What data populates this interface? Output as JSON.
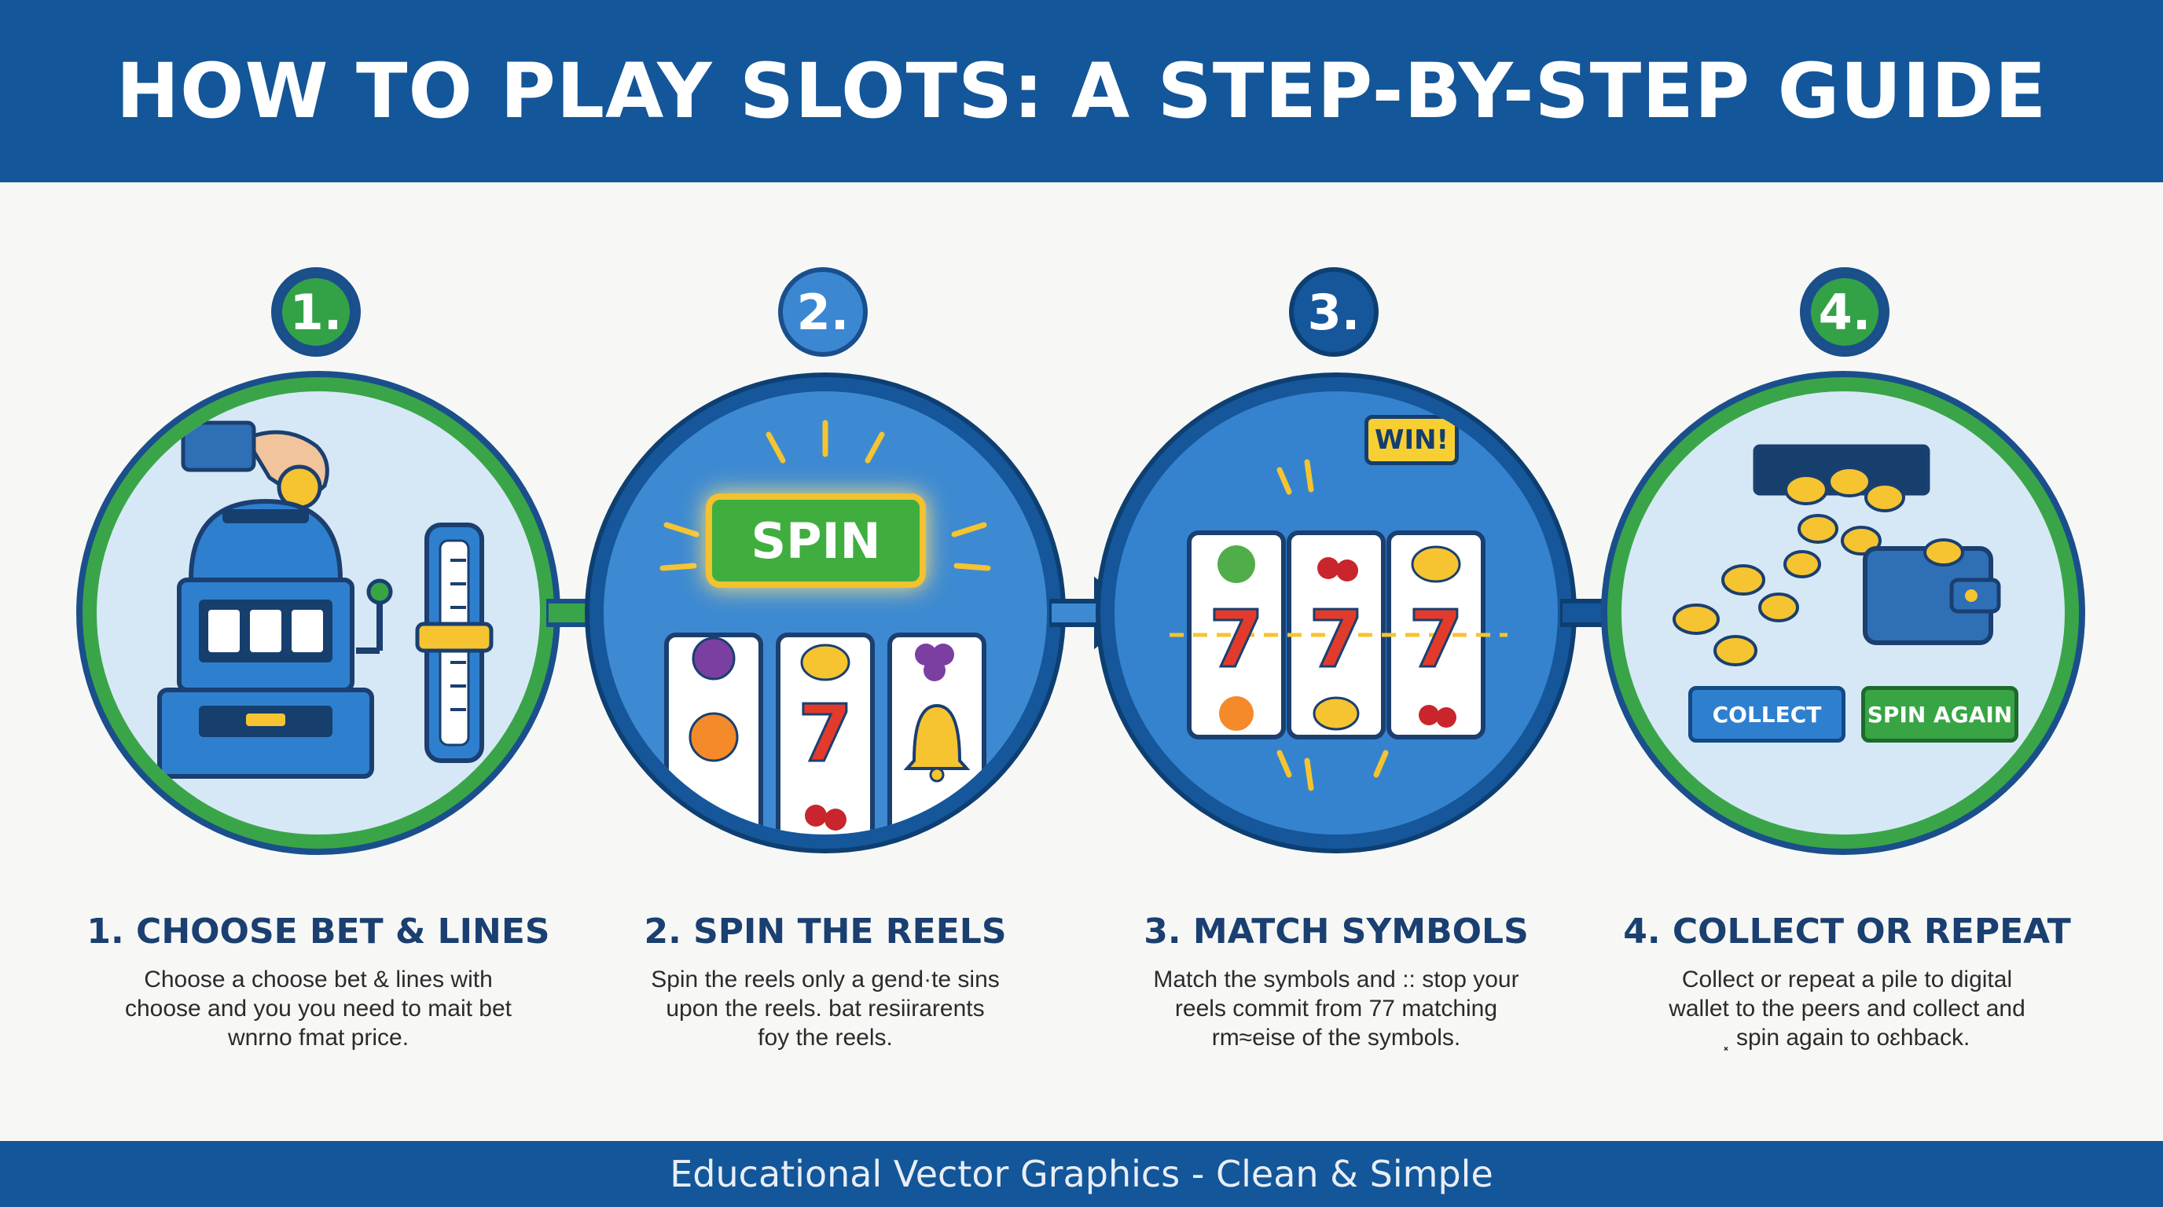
{
  "header": {
    "title": "HOW TO PLAY SLOTS: A STEP-BY-STEP GUIDE"
  },
  "footer": {
    "text": "Educational Vector Graphics - Clean & Simple"
  },
  "steps": [
    {
      "badge": "1.",
      "title": "1. CHOOSE BET & LINES",
      "desc_lines": [
        "Choose a choose bet & lines with",
        "choose and you you need to mait bet",
        "wnrno fmat price."
      ]
    },
    {
      "badge": "2.",
      "title": "2. SPIN THE REELS",
      "desc_lines": [
        "Spin the reels only a ɡend·te sins",
        "upon the reels. bat resiirarents",
        "foy the reels."
      ],
      "button": "SPIN",
      "reel_symbol": "7"
    },
    {
      "badge": "3.",
      "title": "3. MATCH SYMBOLS",
      "desc_lines": [
        "Match the symbols and :: stop your",
        "reels commit from 77 matching",
        "rm≈eise of the symbols."
      ],
      "win_label": "WIN!",
      "reel_symbols": [
        "7",
        "7",
        "7"
      ]
    },
    {
      "badge": "4.",
      "title": "4. COLLECT OR REPEAT",
      "desc_lines": [
        "Collect or repeat a pile to digital",
        "wallet to the peers and collect and",
        "⸼ spin again to oɛhback."
      ],
      "collect_label": "COLLECT",
      "again_label": "SPIN AGAIN"
    }
  ],
  "colors": {
    "navy": "#135699",
    "green": "#3aa548",
    "light_blue": "#3e8ad2",
    "gold": "#f2c230",
    "red": "#e23b2c"
  }
}
